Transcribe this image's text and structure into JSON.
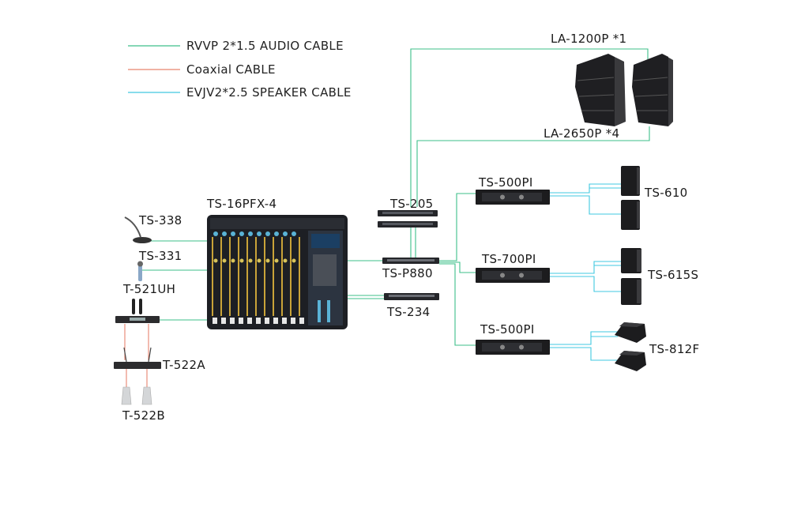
{
  "legend": [
    {
      "label": "RVVP 2*1.5 AUDIO CABLE",
      "color": "#3dbf8a"
    },
    {
      "label": "Coaxial CABLE",
      "color": "#e8836e"
    },
    {
      "label": "EVJV2*2.5 SPEAKER CABLE",
      "color": "#40c8e0"
    }
  ],
  "colors": {
    "audio": "#3dbf8a",
    "coaxial": "#e8836e",
    "speaker": "#40c8e0",
    "device": "#1c1c1e"
  },
  "devices": {
    "ts338": "TS-338",
    "ts331": "TS-331",
    "t521uh": "T-521UH",
    "t522a": "T-522A",
    "t522b": "T-522B",
    "mixer": "TS-16PFX-4",
    "ts205": "TS-205",
    "tsp880": "TS-P880",
    "ts234": "TS-234",
    "la1200": "LA-1200P *1",
    "la2650": "LA-2650P *4",
    "amp1": "TS-500PI",
    "amp2": "TS-700PI",
    "amp3": "TS-500PI",
    "ts610": "TS-610",
    "ts615s": "TS-615S",
    "ts812f": "TS-812F"
  }
}
